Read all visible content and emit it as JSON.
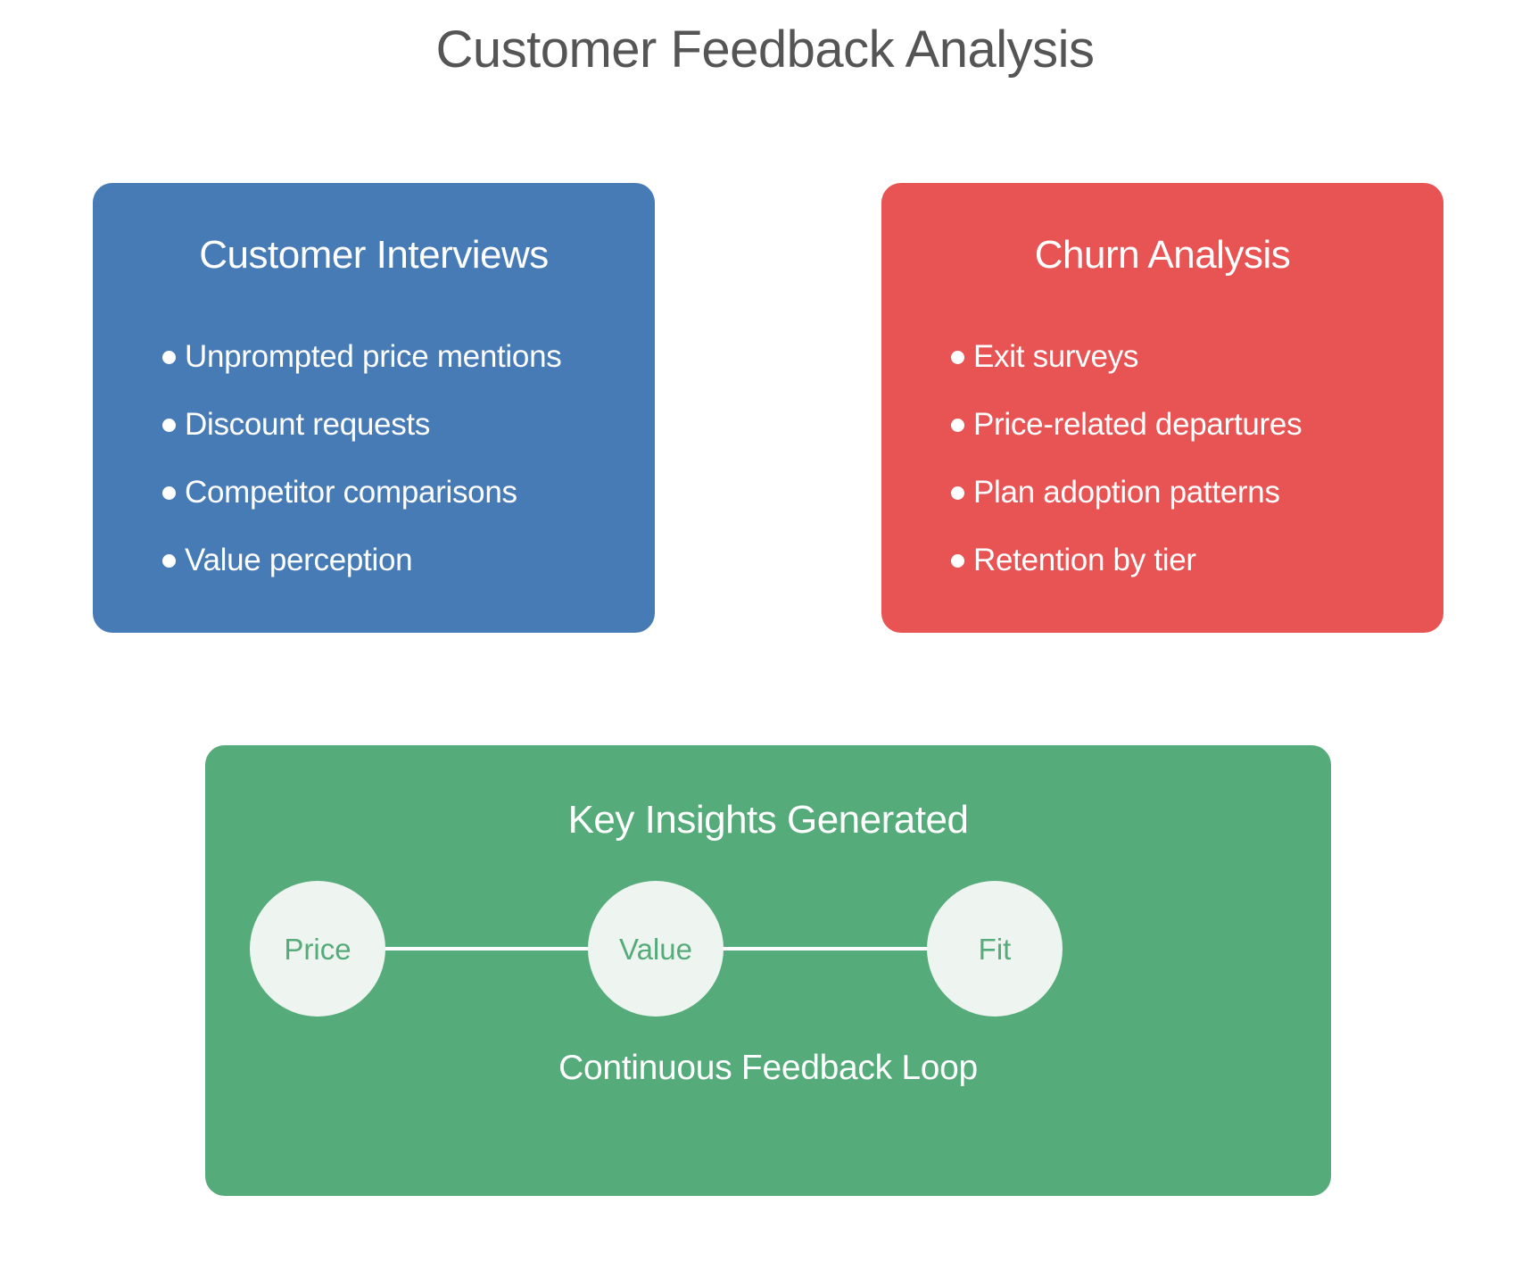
{
  "title": "Customer Feedback Analysis",
  "colors": {
    "interviews": "#477bb6",
    "churn": "#e85454",
    "insights": "#55ab79",
    "node_fill": "#eef5f0",
    "node_text": "#55ab79",
    "connector": "#ffffff"
  },
  "panels": {
    "interviews": {
      "title": "Customer Interviews",
      "items": [
        "Unprompted price mentions",
        "Discount requests",
        "Competitor comparisons",
        "Value perception"
      ]
    },
    "churn": {
      "title": "Churn Analysis",
      "items": [
        "Exit surveys",
        "Price-related departures",
        "Plan adoption patterns",
        "Retention by tier"
      ]
    },
    "insights": {
      "title": "Key Insights Generated",
      "nodes": [
        "Price",
        "Value",
        "Fit"
      ],
      "caption": "Continuous Feedback Loop"
    }
  }
}
